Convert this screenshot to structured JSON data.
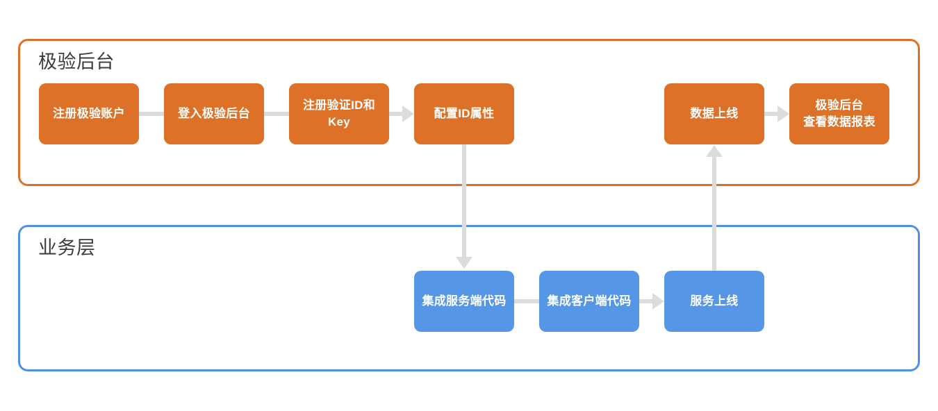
{
  "diagram": {
    "background": "#FFFFFF",
    "connector_color": "#DCDCDC",
    "layers": [
      {
        "id": "backend",
        "title": "极验后台",
        "accent": "#DC7127",
        "node_fill": "#DC7127",
        "nodes": [
          {
            "id": "register-account",
            "label": "注册极验账户"
          },
          {
            "id": "login-console",
            "label": "登入极验后台"
          },
          {
            "id": "register-id-key",
            "label": "注册验证ID和Key"
          },
          {
            "id": "configure-id",
            "label": "配置ID属性"
          },
          {
            "id": "data-online",
            "label": "数据上线"
          },
          {
            "id": "view-report",
            "label": "极验后台\n查看数据报表"
          }
        ]
      },
      {
        "id": "business",
        "title": "业务层",
        "accent": "#4E90E5",
        "node_fill": "#5596E6",
        "nodes": [
          {
            "id": "integrate-server",
            "label": "集成服务端代码"
          },
          {
            "id": "integrate-client",
            "label": "集成客户端代码"
          },
          {
            "id": "service-online",
            "label": "服务上线"
          }
        ]
      }
    ],
    "connections": [
      {
        "id": "register-account-to-login-console",
        "arrow": false
      },
      {
        "id": "login-console-to-register-id-key",
        "arrow": false
      },
      {
        "id": "register-id-key-to-configure-id",
        "arrow": true
      },
      {
        "id": "configure-id-to-integrate-server",
        "arrow": true
      },
      {
        "id": "integrate-server-to-integrate-client",
        "arrow": false
      },
      {
        "id": "integrate-client-to-service-online",
        "arrow": true
      },
      {
        "id": "service-online-to-data-online",
        "arrow": true
      },
      {
        "id": "data-online-to-view-report",
        "arrow": true
      }
    ]
  }
}
